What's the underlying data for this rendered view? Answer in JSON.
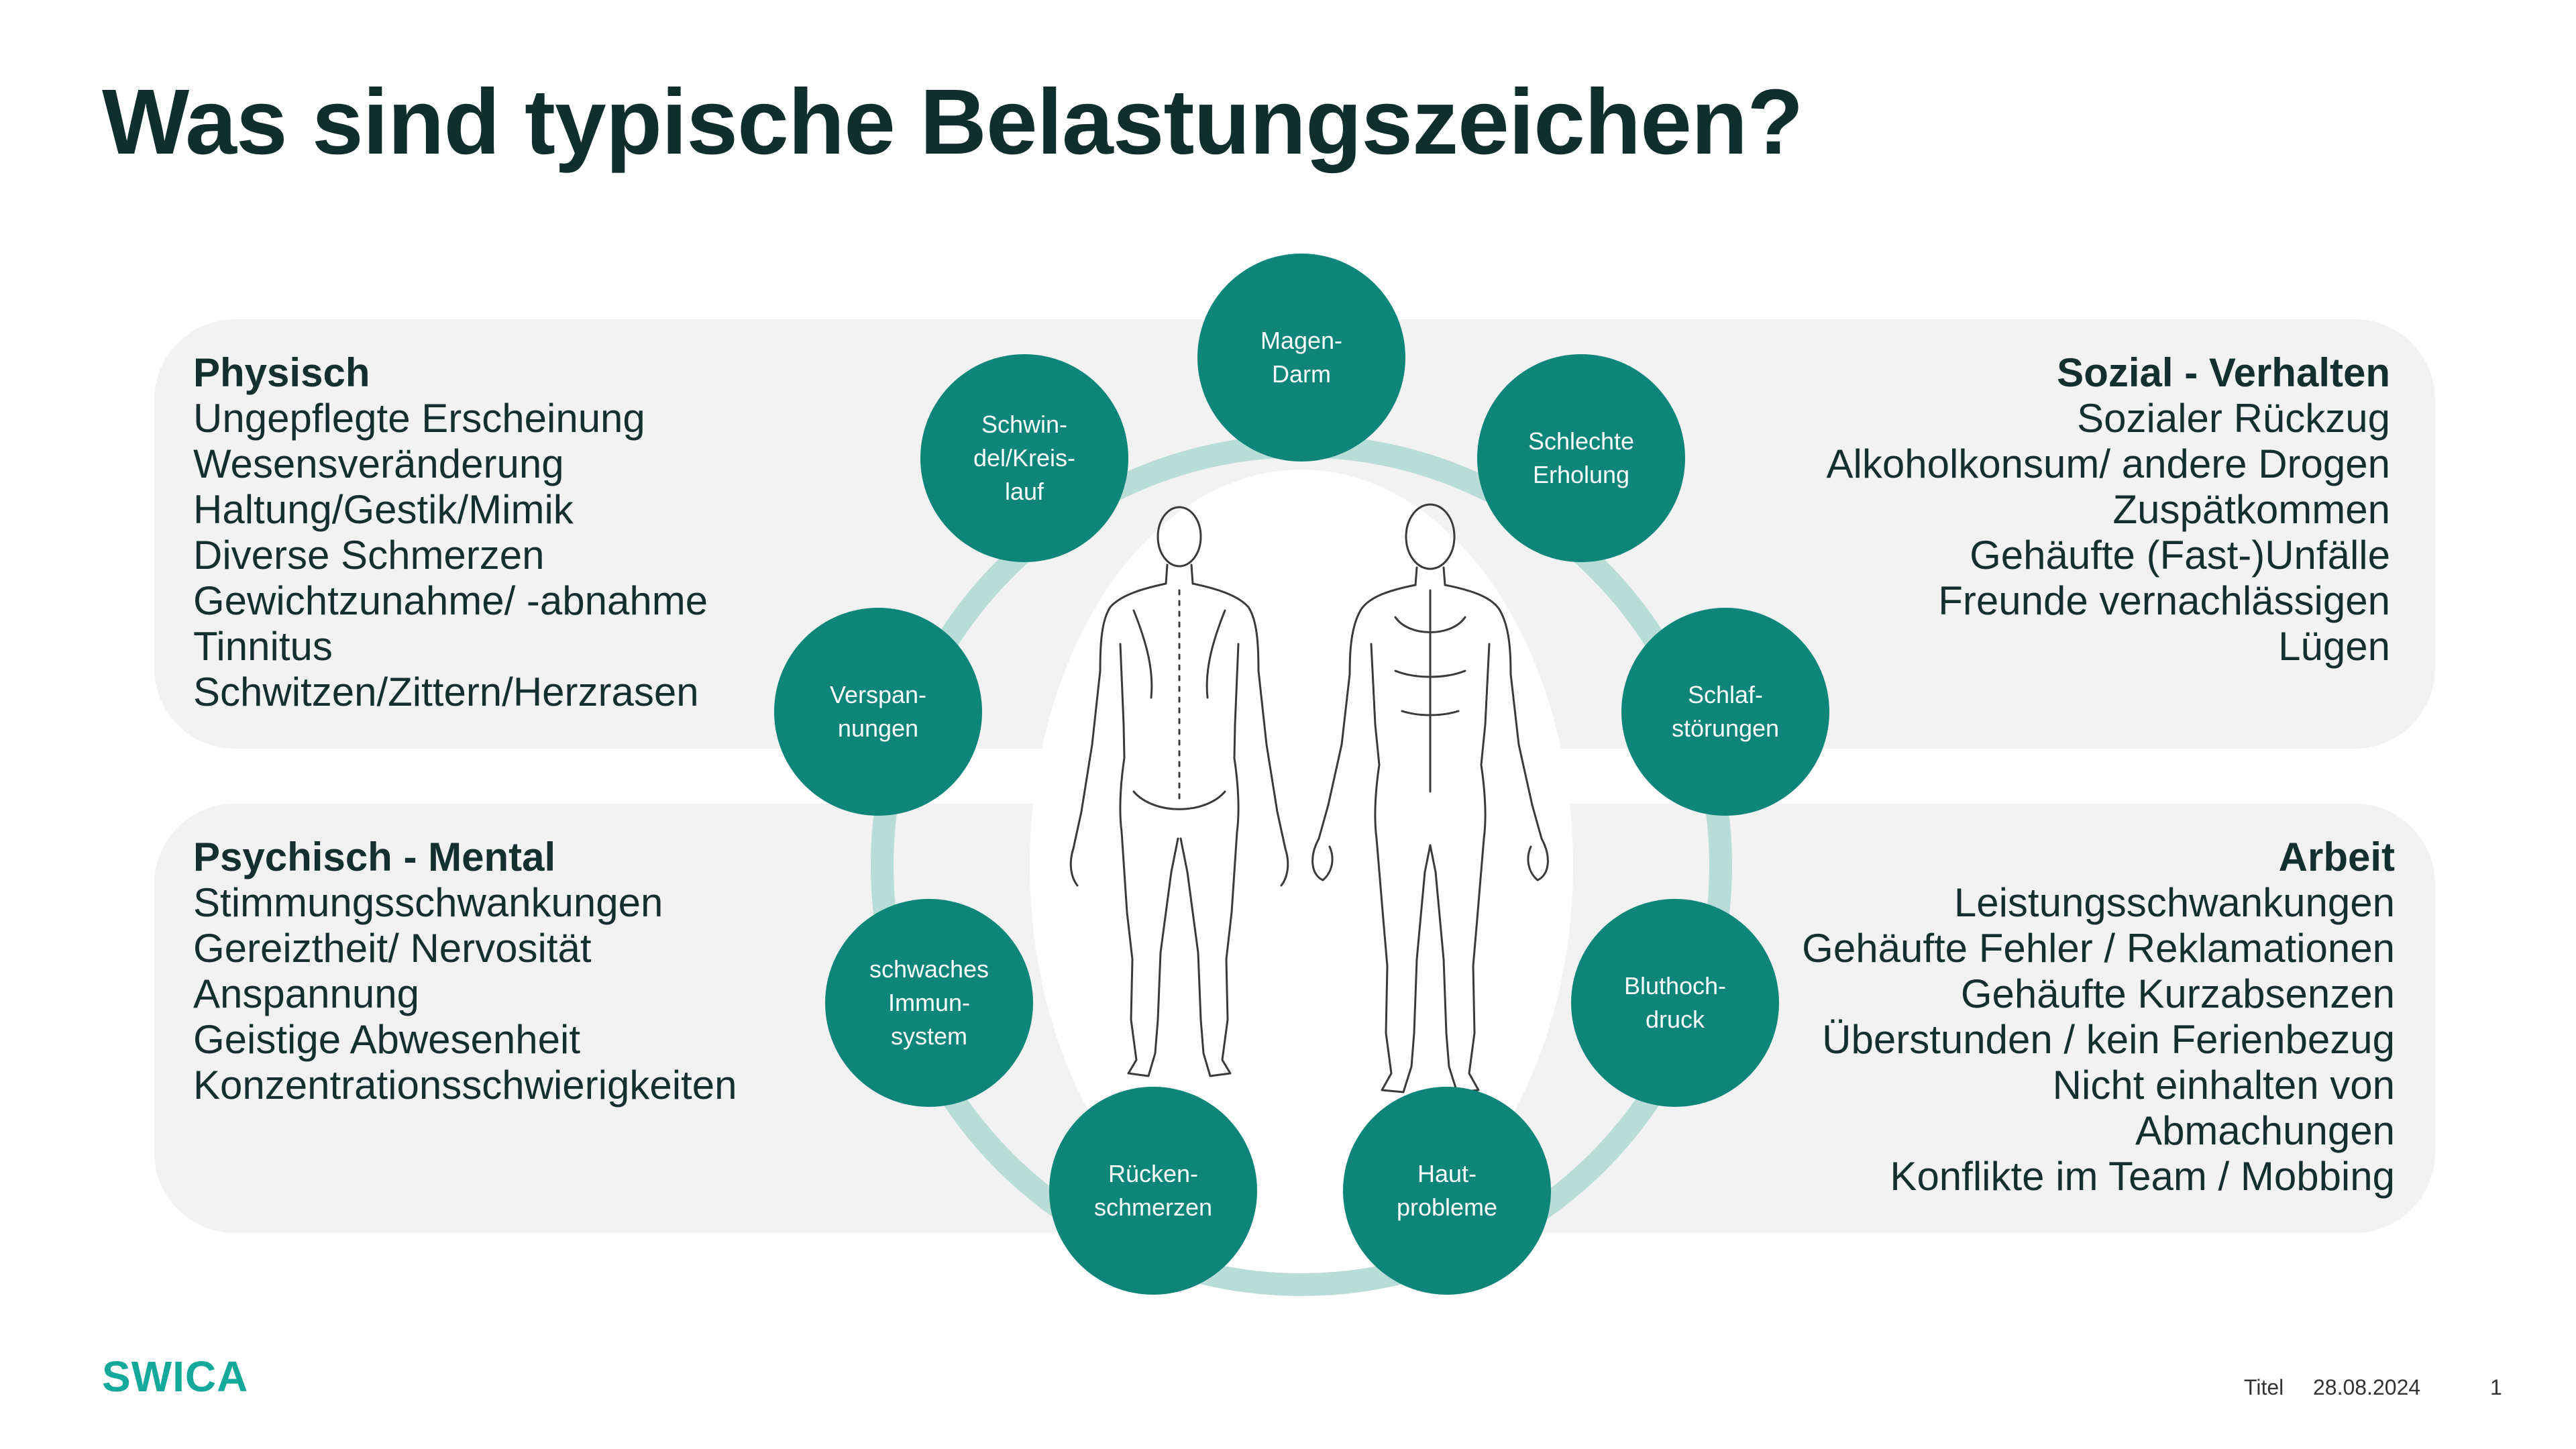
{
  "title": "Was sind typische Belastungszeichen?",
  "colors": {
    "accent": "#0e8579",
    "ring": "#b8ddd6",
    "panel": "#f2f2f2",
    "brand": "#14a99a"
  },
  "categories": {
    "physisch": {
      "heading": "Physisch",
      "items": [
        "Ungepflegte Erscheinung",
        "Wesensveränderung",
        "Haltung/Gestik/Mimik",
        "Diverse Schmerzen",
        "Gewichtzunahme/ -abnahme",
        "Tinnitus",
        "Schwitzen/Zittern/Herzrasen"
      ]
    },
    "psychisch": {
      "heading": "Psychisch - Mental",
      "items": [
        "Stimmungsschwankungen",
        "Gereiztheit/ Nervosität",
        "Anspannung",
        "Geistige Abwesenheit",
        "Konzentrationsschwierigkeiten"
      ]
    },
    "sozial": {
      "heading": "Sozial - Verhalten",
      "items": [
        "Sozialer Rückzug",
        "Alkoholkonsum/ andere Drogen",
        "Zuspätkommen",
        "Gehäufte (Fast-)Unfälle",
        "Freunde vernachlässigen",
        "Lügen"
      ]
    },
    "arbeit": {
      "heading": "Arbeit",
      "items": [
        "Leistungsschwankungen",
        "Gehäufte Fehler / Reklamationen",
        "Gehäufte Kurzabsenzen",
        "Überstunden / kein Ferienbezug",
        "Nicht einhalten von",
        "Abmachungen",
        "Konflikte im Team / Mobbing"
      ]
    }
  },
  "nodes": [
    {
      "lines": [
        "Magen-",
        "Darm"
      ]
    },
    {
      "lines": [
        "Schlechte",
        "Erholung"
      ]
    },
    {
      "lines": [
        "Schlaf-",
        "störungen"
      ]
    },
    {
      "lines": [
        "Bluthoch-",
        "druck"
      ]
    },
    {
      "lines": [
        "Haut-",
        "probleme"
      ]
    },
    {
      "lines": [
        "Rücken-",
        "schmerzen"
      ]
    },
    {
      "lines": [
        "schwaches",
        "Immun-",
        "system"
      ]
    },
    {
      "lines": [
        "Verspan-",
        "nungen"
      ]
    },
    {
      "lines": [
        "Schwin-",
        "del/Kreis-",
        "lauf"
      ]
    }
  ],
  "footer": {
    "logo": "SWICA",
    "label": "Titel",
    "date": "28.08.2024",
    "page": "1"
  }
}
